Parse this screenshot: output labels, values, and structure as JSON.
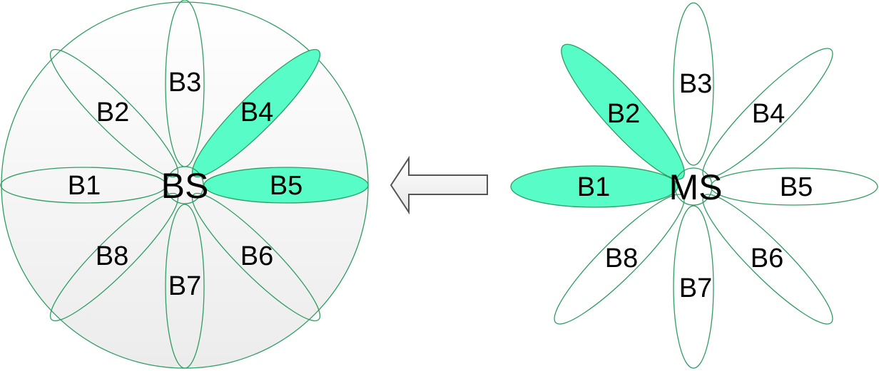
{
  "colors": {
    "outline": "#2e9e62",
    "highlight": "#57fcc6",
    "disk_fill_top": "#ffffff",
    "disk_fill_bottom": "#ececec",
    "arrow_fill": "#f4f4f4",
    "arrow_stroke": "#555555"
  },
  "bs": {
    "label": "BS",
    "beams": [
      {
        "id": "b1",
        "label": "B1",
        "active": false
      },
      {
        "id": "b2",
        "label": "B2",
        "active": false
      },
      {
        "id": "b3",
        "label": "B3",
        "active": false
      },
      {
        "id": "b4",
        "label": "B4",
        "active": true
      },
      {
        "id": "b5",
        "label": "B5",
        "active": true
      },
      {
        "id": "b6",
        "label": "B6",
        "active": false
      },
      {
        "id": "b7",
        "label": "B7",
        "active": false
      },
      {
        "id": "b8",
        "label": "B8",
        "active": false
      }
    ]
  },
  "ms": {
    "label": "MS",
    "beams": [
      {
        "id": "b1",
        "label": "B1",
        "active": true
      },
      {
        "id": "b2",
        "label": "B2",
        "active": true
      },
      {
        "id": "b3",
        "label": "B3",
        "active": false
      },
      {
        "id": "b4",
        "label": "B4",
        "active": false
      },
      {
        "id": "b5",
        "label": "B5",
        "active": false
      },
      {
        "id": "b6",
        "label": "B6",
        "active": false
      },
      {
        "id": "b7",
        "label": "B7",
        "active": false
      },
      {
        "id": "b8",
        "label": "B8",
        "active": false
      }
    ]
  },
  "arrow": {
    "direction": "left"
  }
}
